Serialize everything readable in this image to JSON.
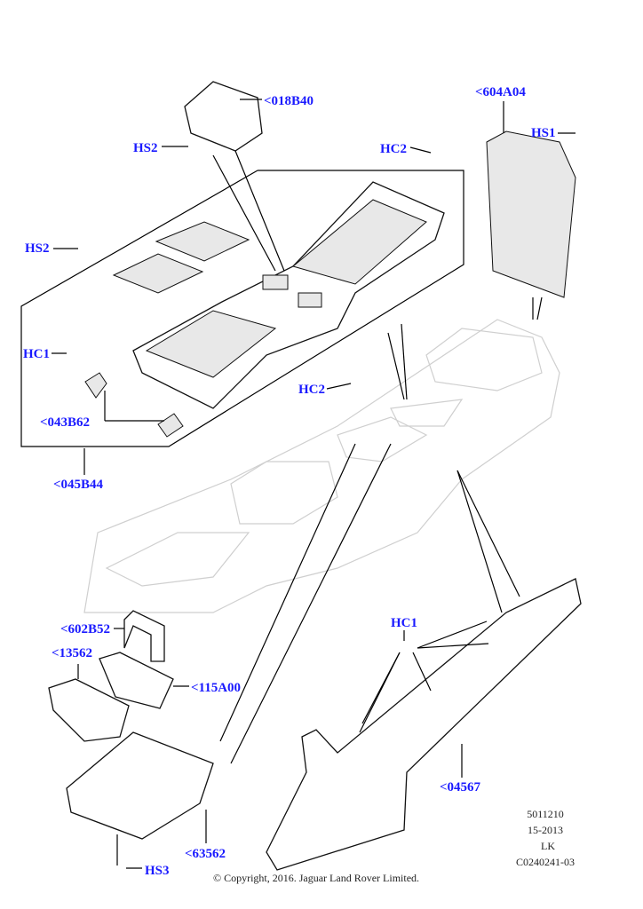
{
  "labels": {
    "p018B40": "<018B40",
    "hs2_top": "HS2",
    "p604A04": "<604A04",
    "hs1": "HS1",
    "hc2_top": "HC2",
    "hs2_left": "HS2",
    "hc1_left": "HC1",
    "hc2_mid": "HC2",
    "p043B62": "<043B62",
    "p045B44": "<045B44",
    "p602B52": "<602B52",
    "p13562": "<13562",
    "p115A00": "<115A00",
    "hc1_mat": "HC1",
    "p04567": "<04567",
    "p63562": "<63562",
    "hs3": "HS3"
  },
  "info": {
    "code": "5011210",
    "date": "15-2013",
    "initials": "LK",
    "ref": "C0240241-03"
  },
  "copyright": "© Copyright, 2016. Jaguar Land Rover Limited.",
  "colors": {
    "label": "#1a1aff"
  }
}
